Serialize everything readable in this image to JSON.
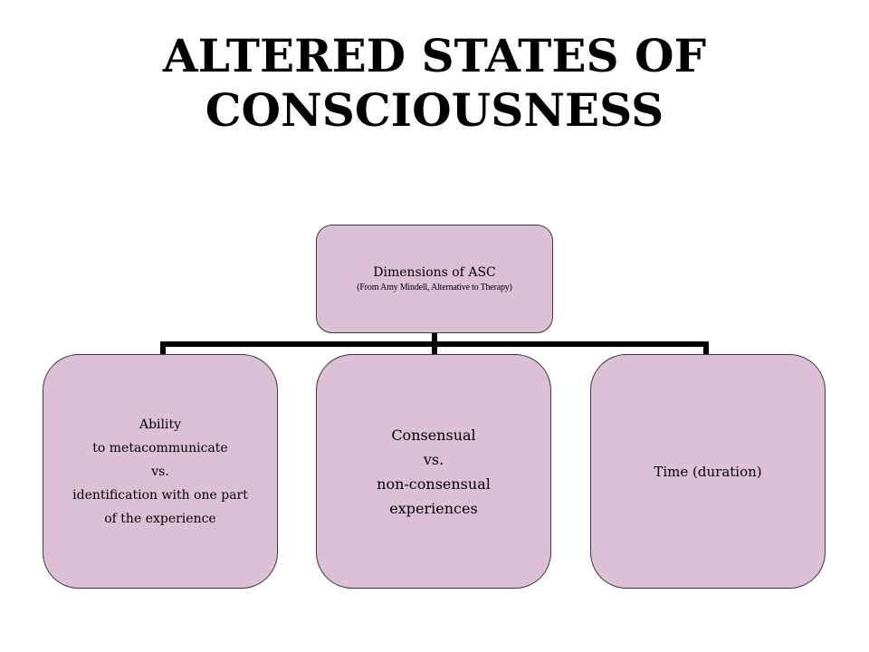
{
  "title": {
    "line1": "ALTERED STATES OF",
    "line2": "CONSCIOUSNESS"
  },
  "root": {
    "label": "Dimensions of ASC",
    "sublabel": "(From Amy Mindell, Alternative to Therapy)"
  },
  "children": [
    {
      "lines": [
        "Ability",
        "to metacommunicate",
        "vs.",
        "identification with one part",
        "of the experience"
      ]
    },
    {
      "lines": [
        "Consensual",
        "vs.",
        "non-consensual",
        "experiences"
      ]
    },
    {
      "lines": [
        "Time (duration)"
      ]
    }
  ],
  "colors": {
    "box_fill": "#dcc0d6",
    "box_border": "#3a3a3a",
    "connector": "#000000"
  }
}
